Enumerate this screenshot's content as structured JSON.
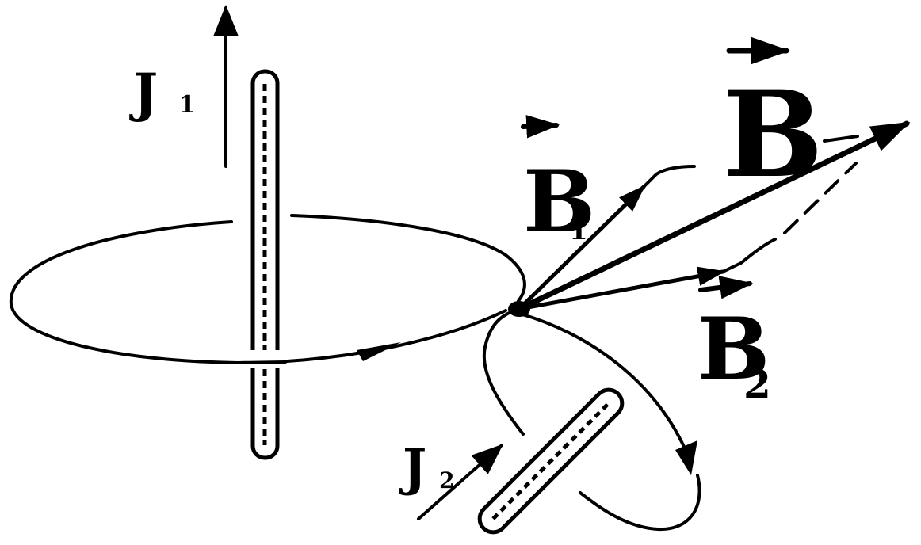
{
  "labels": {
    "current_1": {
      "letter": "J",
      "subscript": "1"
    },
    "current_2": {
      "letter": "J",
      "subscript": "2"
    },
    "field_1": {
      "letter": "B",
      "subscript": "1"
    },
    "field_2": {
      "letter": "B",
      "subscript": "2"
    },
    "field_total": {
      "letter": "B"
    }
  }
}
